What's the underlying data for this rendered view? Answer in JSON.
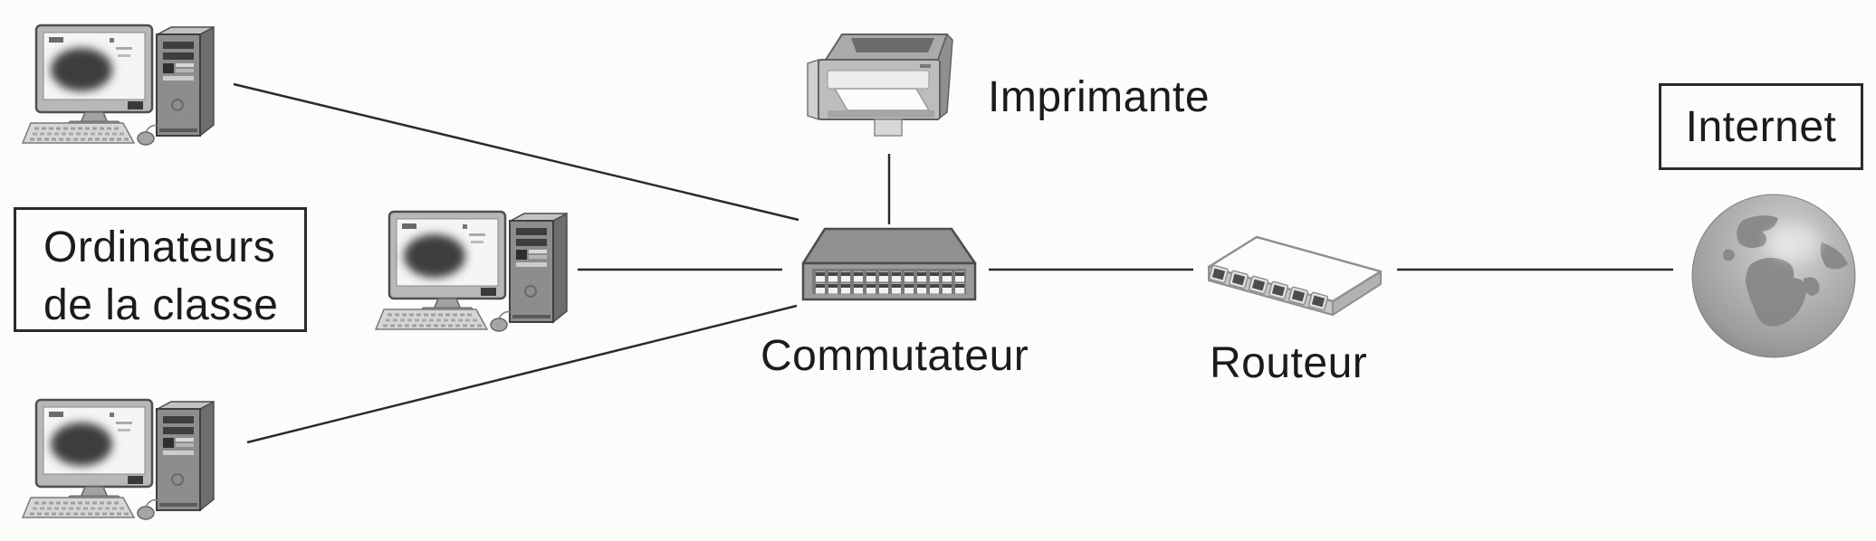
{
  "colors": {
    "background": "#fcfcfa",
    "line": "#2b2b2b",
    "text": "#1b1b1b",
    "box_border": "#2b2b2b"
  },
  "labels": {
    "computers_group": {
      "line1": "Ordinateurs",
      "line2": "de la classe"
    },
    "printer": "Imprimante",
    "switch": "Commutateur",
    "router": "Routeur",
    "internet": "Internet"
  },
  "icons": {
    "computer": "desktop-computer-icon",
    "printer": "printer-icon",
    "switch": "network-switch-icon",
    "router": "router-icon",
    "internet": "globe-icon"
  },
  "connections": [
    {
      "from": "classroom-computer-1",
      "to": "switch"
    },
    {
      "from": "classroom-computer-2",
      "to": "switch"
    },
    {
      "from": "classroom-computer-3",
      "to": "switch"
    },
    {
      "from": "printer",
      "to": "switch"
    },
    {
      "from": "switch",
      "to": "router"
    },
    {
      "from": "router",
      "to": "internet-globe"
    }
  ]
}
